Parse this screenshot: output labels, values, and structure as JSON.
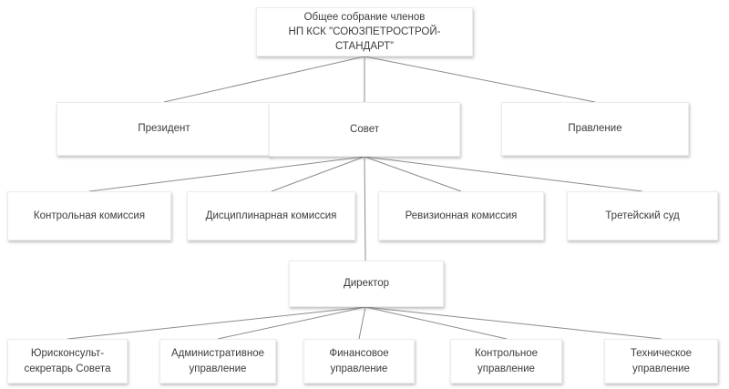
{
  "org_chart": {
    "type": "org-chart-diagram",
    "language": "ru",
    "colors": {
      "background": "#ffffff",
      "box_fill": "#ffffff",
      "box_shadow": "#b5b5b5",
      "line_color": "#8c8c8c",
      "text_color": "#3c3c3c"
    },
    "nodes": [
      {
        "id": "general-meeting",
        "level": 1,
        "label": "Общее собрание членов\nНП КСК \"СОЮЗПЕТРОСТРОЙ-СТАНДАРТ”"
      },
      {
        "id": "president",
        "level": 2,
        "label": "Президент"
      },
      {
        "id": "council",
        "level": 2,
        "label": "Совет"
      },
      {
        "id": "board",
        "level": 2,
        "label": "Правление"
      },
      {
        "id": "control-commission",
        "level": 3,
        "label": "Контрольная комиссия"
      },
      {
        "id": "disciplinary-commission",
        "level": 3,
        "label": "Дисциплинарная комиссия"
      },
      {
        "id": "audit-commission",
        "level": 3,
        "label": "Ревизионная комиссия"
      },
      {
        "id": "arbitration-court",
        "level": 3,
        "label": "Третейский суд"
      },
      {
        "id": "director",
        "level": 4,
        "label": "Директор"
      },
      {
        "id": "legal-counsel-secretary",
        "level": 5,
        "label": "Юрисконсульт-\nсекретарь Совета"
      },
      {
        "id": "administrative-department",
        "level": 5,
        "label": "Административное\nуправление"
      },
      {
        "id": "financial-department",
        "level": 5,
        "label": "Финансовое\nуправление"
      },
      {
        "id": "control-department",
        "level": 5,
        "label": "Контрольное\nуправление"
      },
      {
        "id": "technical-department",
        "level": 5,
        "label": "Техническое\nуправление"
      }
    ],
    "edges": [
      [
        "general-meeting",
        "president"
      ],
      [
        "general-meeting",
        "council"
      ],
      [
        "general-meeting",
        "board"
      ],
      [
        "council",
        "control-commission"
      ],
      [
        "council",
        "disciplinary-commission"
      ],
      [
        "council",
        "audit-commission"
      ],
      [
        "council",
        "arbitration-court"
      ],
      [
        "council",
        "director"
      ],
      [
        "director",
        "legal-counsel-secretary"
      ],
      [
        "director",
        "administrative-department"
      ],
      [
        "director",
        "financial-department"
      ],
      [
        "director",
        "control-department"
      ],
      [
        "director",
        "technical-department"
      ]
    ]
  }
}
